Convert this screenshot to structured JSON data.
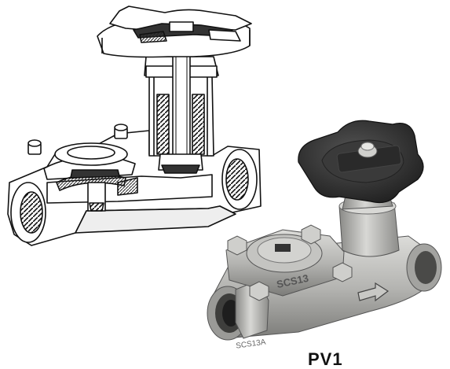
{
  "caption": "PV1",
  "stamps": {
    "bonnet_marking": "SCS13",
    "body_marking": "SCS13A"
  },
  "colors": {
    "steel": "#b7b7b4",
    "handwheel": "#2e2e2e",
    "line": "#111111"
  }
}
